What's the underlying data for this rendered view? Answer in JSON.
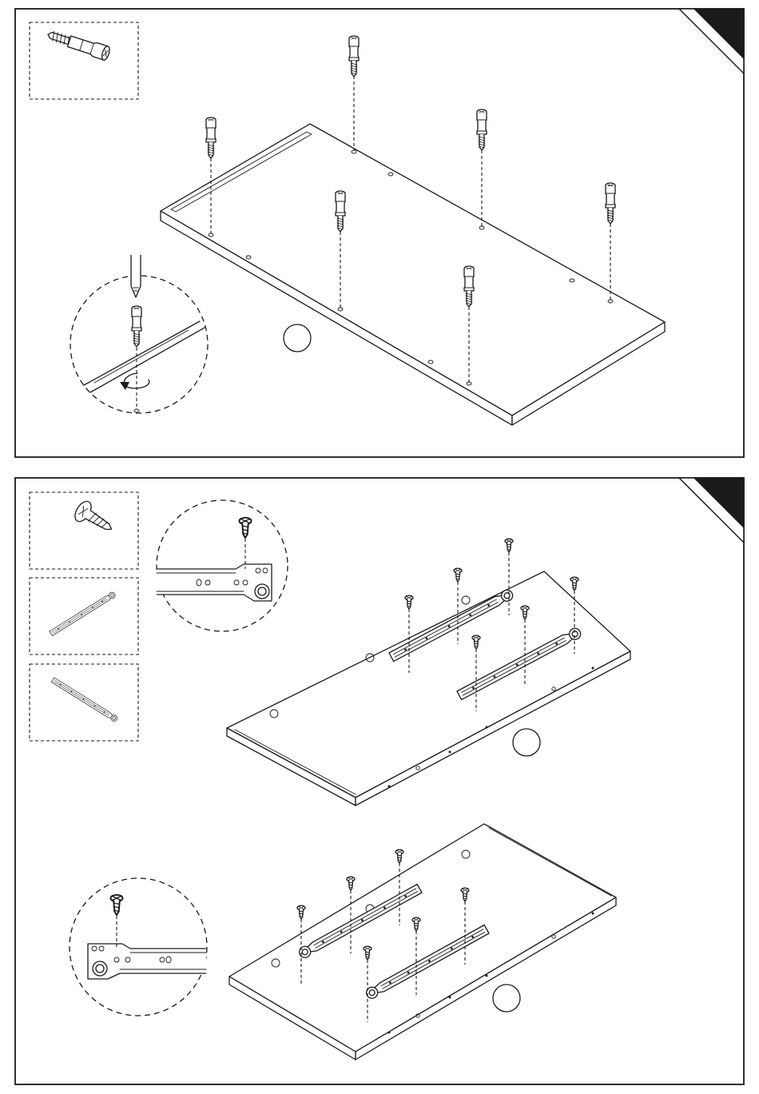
{
  "page": {
    "background": "#ffffff",
    "ink": "#1a1a1a"
  },
  "steps": [
    {
      "panel": "panel-top",
      "hardware_icons": [
        "cam-dowel-icon"
      ],
      "step_label": "",
      "parts": [
        "panel-board",
        "cam-dowel-bolt-x7",
        "screwdriver-detail"
      ]
    },
    {
      "panel": "panel-bottom",
      "hardware_icons": [
        "wood-screw-icon",
        "drawer-slide-rail-icon",
        "drawer-slide-rail-icon"
      ],
      "step_labels": [
        "",
        ""
      ],
      "parts": [
        "side-panel-left",
        "side-panel-right",
        "drawer-slides",
        "screws",
        "detail-zoom-circles"
      ]
    }
  ]
}
